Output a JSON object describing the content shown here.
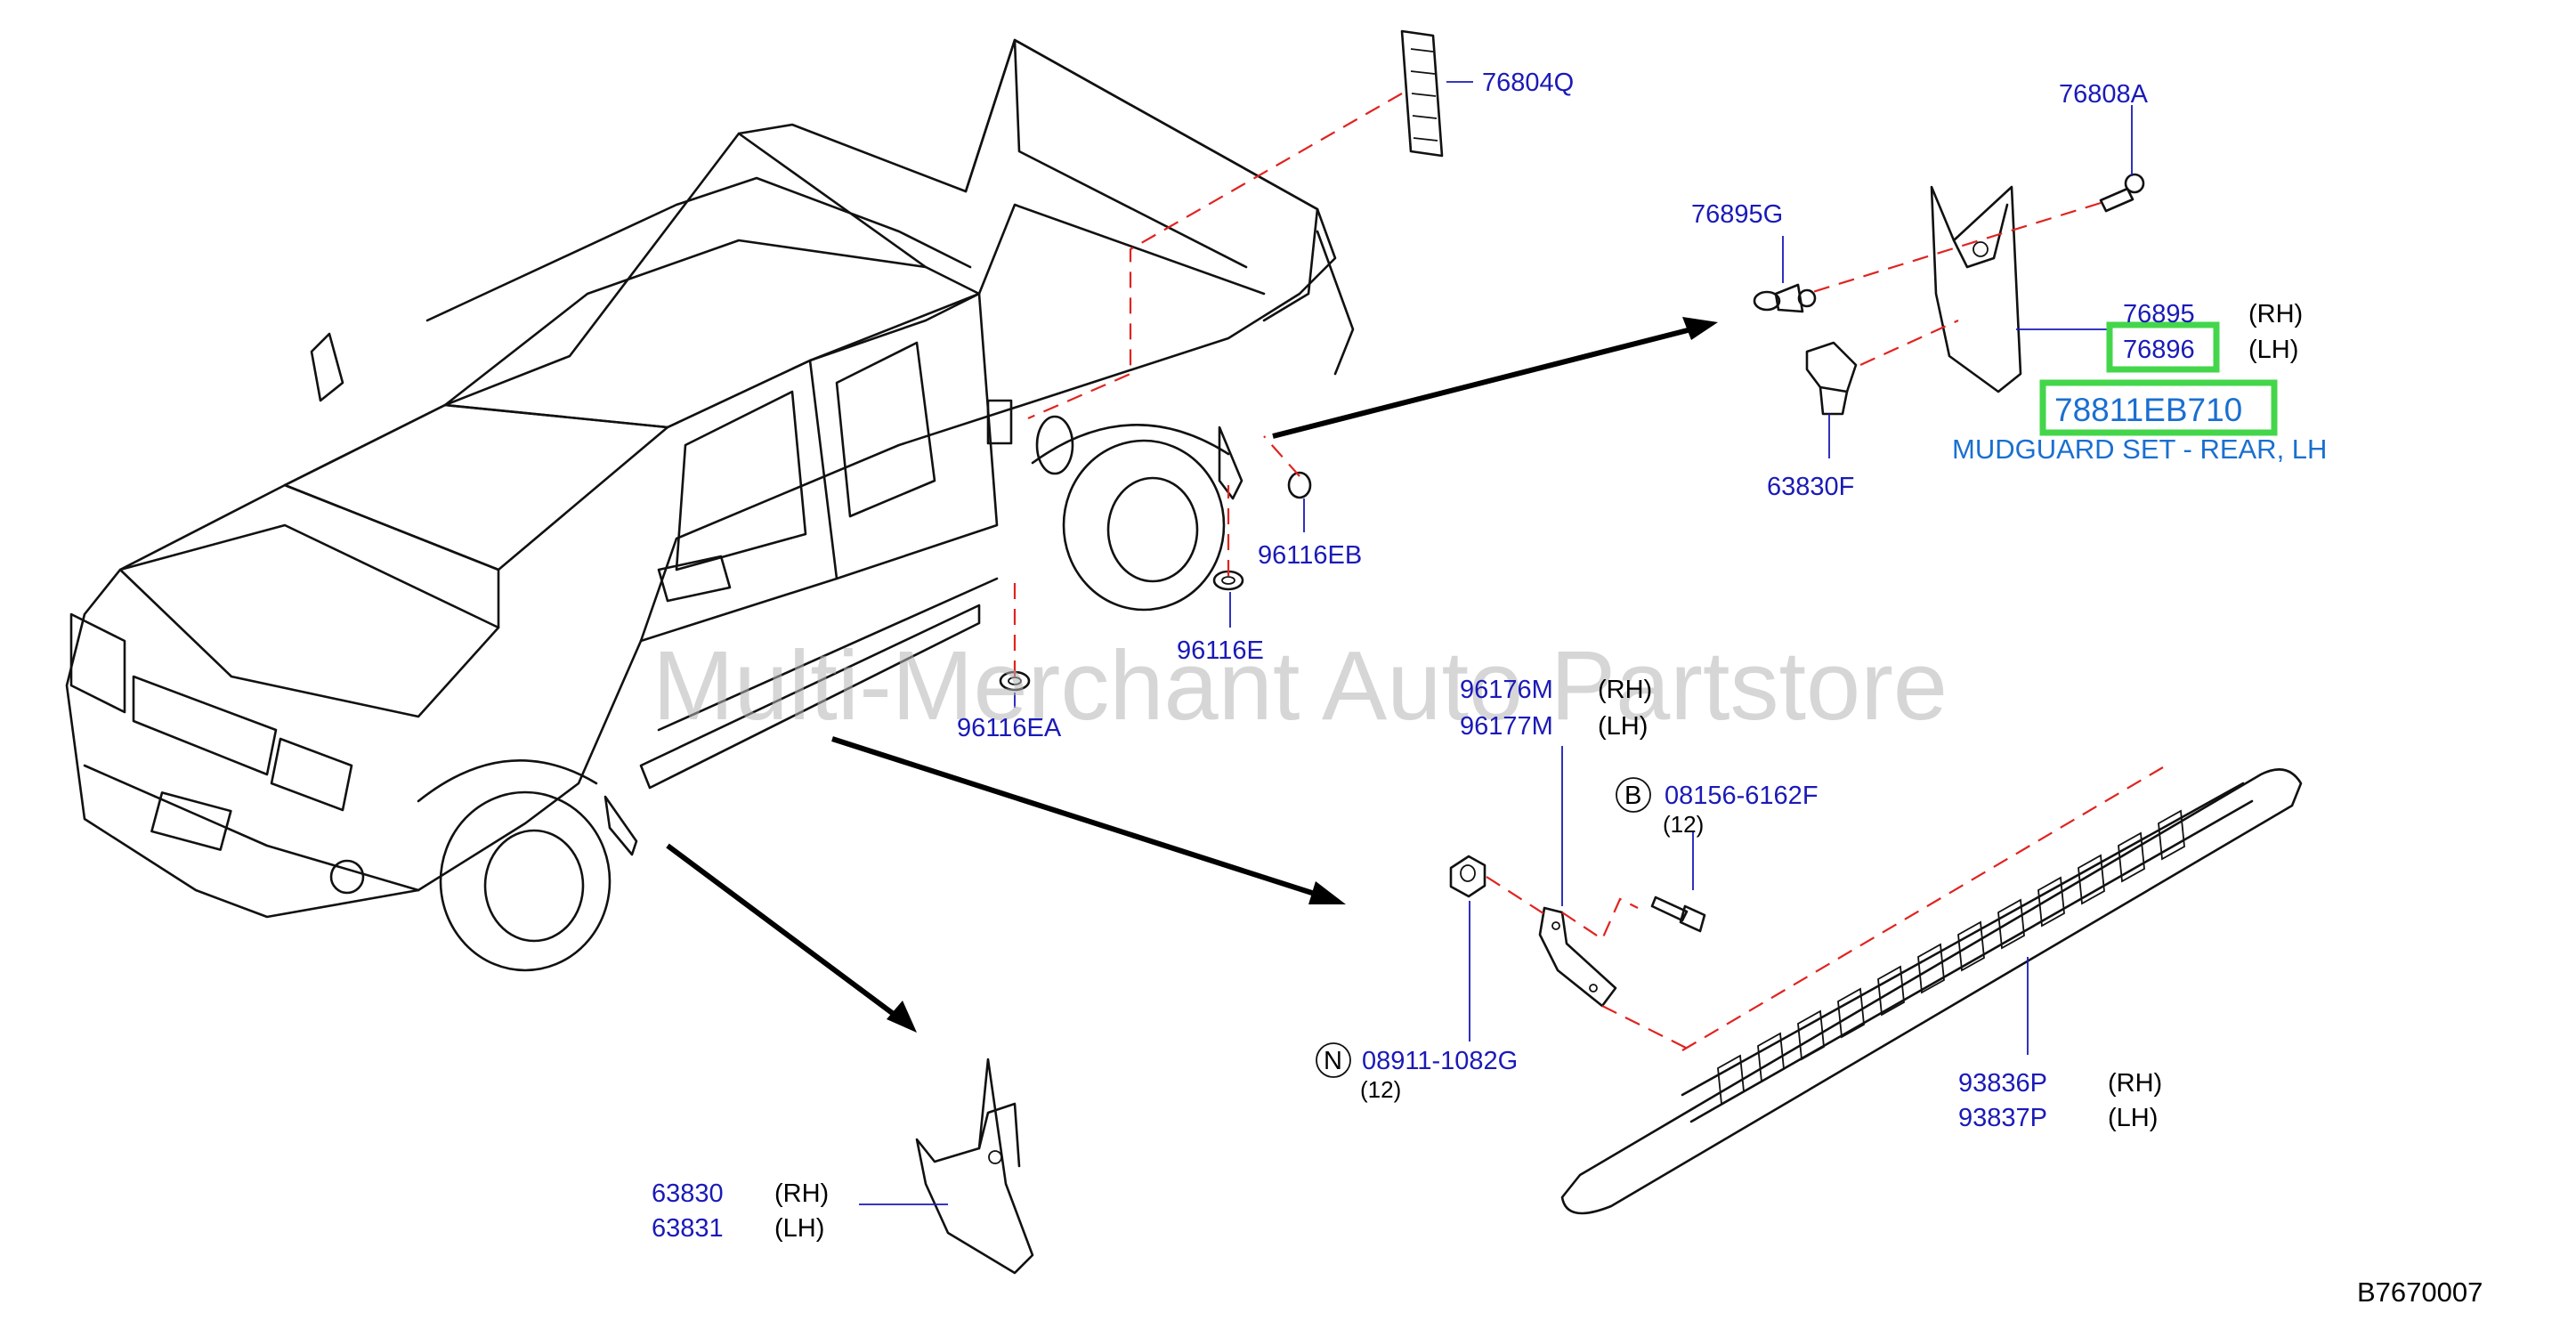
{
  "watermark": "Multi-Merchant Auto Partstore",
  "diagram_code": "B7670007",
  "highlight": {
    "part": "78811EB710",
    "description": "MUDGUARD SET - REAR, LH"
  },
  "parts": [
    {
      "id": "p76804q",
      "number": "76804Q",
      "side": "",
      "qty": ""
    },
    {
      "id": "p76808a",
      "number": "76808A",
      "side": "",
      "qty": ""
    },
    {
      "id": "p76895g",
      "number": "76895G",
      "side": "",
      "qty": ""
    },
    {
      "id": "p76895",
      "number": "76895",
      "side": "(RH)",
      "qty": ""
    },
    {
      "id": "p76896",
      "number": "76896",
      "side": "(LH)",
      "qty": ""
    },
    {
      "id": "p63830f",
      "number": "63830F",
      "side": "",
      "qty": ""
    },
    {
      "id": "p96116eb",
      "number": "96116EB",
      "side": "",
      "qty": ""
    },
    {
      "id": "p96116e",
      "number": "96116E",
      "side": "",
      "qty": ""
    },
    {
      "id": "p96116ea",
      "number": "96116EA",
      "side": "",
      "qty": ""
    },
    {
      "id": "p96176m",
      "number": "96176M",
      "side": "(RH)",
      "qty": ""
    },
    {
      "id": "p96177m",
      "number": "96177M",
      "side": "(LH)",
      "qty": ""
    },
    {
      "id": "p08156",
      "number": "08156-6162F",
      "side": "",
      "qty": "(12)",
      "badge": "B"
    },
    {
      "id": "p08911",
      "number": "08911-1082G",
      "side": "",
      "qty": "(12)",
      "badge": "N"
    },
    {
      "id": "p93836p",
      "number": "93836P",
      "side": "(RH)",
      "qty": ""
    },
    {
      "id": "p93837p",
      "number": "93837P",
      "side": "(LH)",
      "qty": ""
    },
    {
      "id": "p63830",
      "number": "63830",
      "side": "(RH)",
      "qty": ""
    },
    {
      "id": "p63831",
      "number": "63831",
      "side": "(LH)",
      "qty": ""
    }
  ]
}
